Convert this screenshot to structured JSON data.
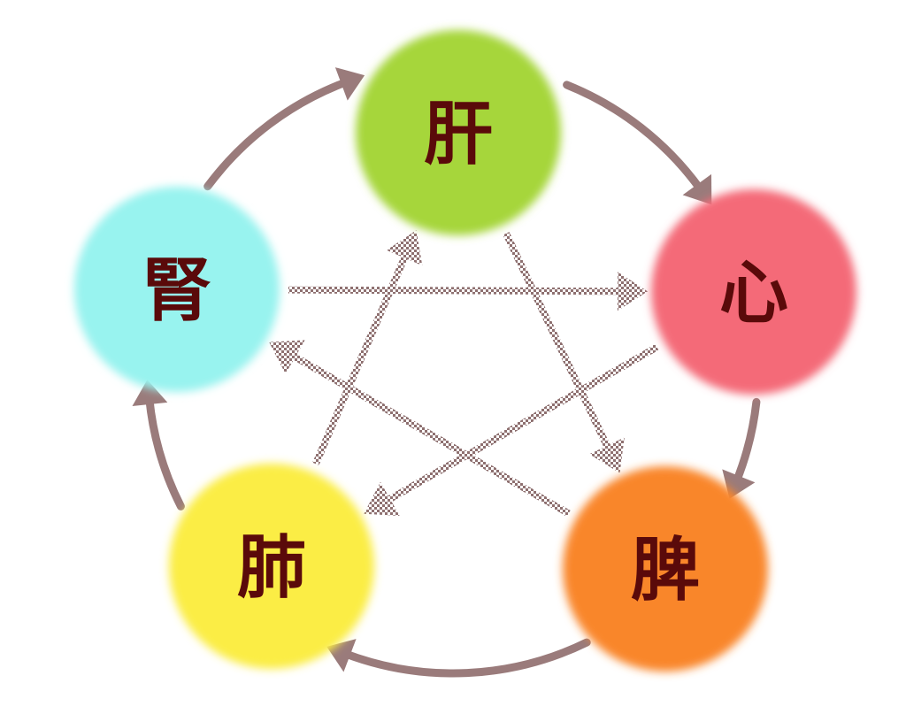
{
  "diagram": {
    "type": "cycle",
    "colors": {
      "label_text": "#5a0a0a",
      "generating_arrow": "#9a7b7b",
      "controlling_arrow": "#8e7070"
    },
    "nodes": [
      {
        "id": "liver",
        "label": "肝",
        "color": "#a6d63a"
      },
      {
        "id": "heart",
        "label": "心",
        "color": "#f46a78"
      },
      {
        "id": "spleen",
        "label": "脾",
        "color": "#f9862c"
      },
      {
        "id": "lung",
        "label": "肺",
        "color": "#fbed45"
      },
      {
        "id": "kidney",
        "label": "腎",
        "color": "#98f3ef"
      }
    ],
    "generating_cycle": [
      {
        "from": "liver",
        "to": "heart"
      },
      {
        "from": "heart",
        "to": "spleen"
      },
      {
        "from": "spleen",
        "to": "lung"
      },
      {
        "from": "lung",
        "to": "kidney"
      },
      {
        "from": "kidney",
        "to": "liver"
      }
    ],
    "controlling_cycle": [
      {
        "from": "liver",
        "to": "spleen"
      },
      {
        "from": "heart",
        "to": "lung"
      },
      {
        "from": "spleen",
        "to": "kidney"
      },
      {
        "from": "lung",
        "to": "liver"
      },
      {
        "from": "kidney",
        "to": "heart"
      }
    ]
  }
}
